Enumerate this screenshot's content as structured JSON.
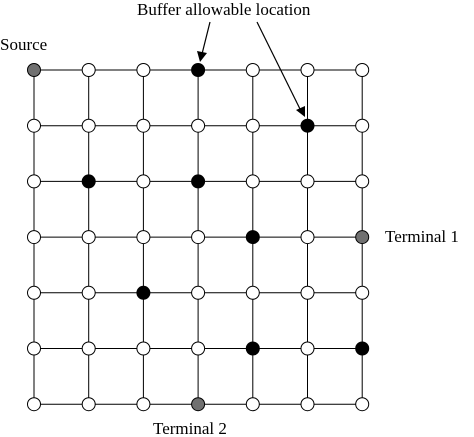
{
  "labels": {
    "source": "Source",
    "buffer_allowable_location": "Buffer allowable location",
    "terminal_1": "Terminal 1",
    "terminal_2": "Terminal 2"
  },
  "grid": {
    "columns": 7,
    "rows": 7,
    "buffer_locations": [
      [
        3,
        0
      ],
      [
        5,
        1
      ],
      [
        1,
        2
      ],
      [
        3,
        2
      ],
      [
        4,
        3
      ],
      [
        2,
        4
      ],
      [
        4,
        5
      ],
      [
        6,
        5
      ]
    ],
    "source": [
      0,
      0
    ],
    "terminals": [
      [
        6,
        3
      ],
      [
        3,
        6
      ]
    ]
  },
  "colors": {
    "line": "#000000",
    "empty_node": "#ffffff",
    "buffer_node": "#000000",
    "pin_node": "#707070"
  }
}
